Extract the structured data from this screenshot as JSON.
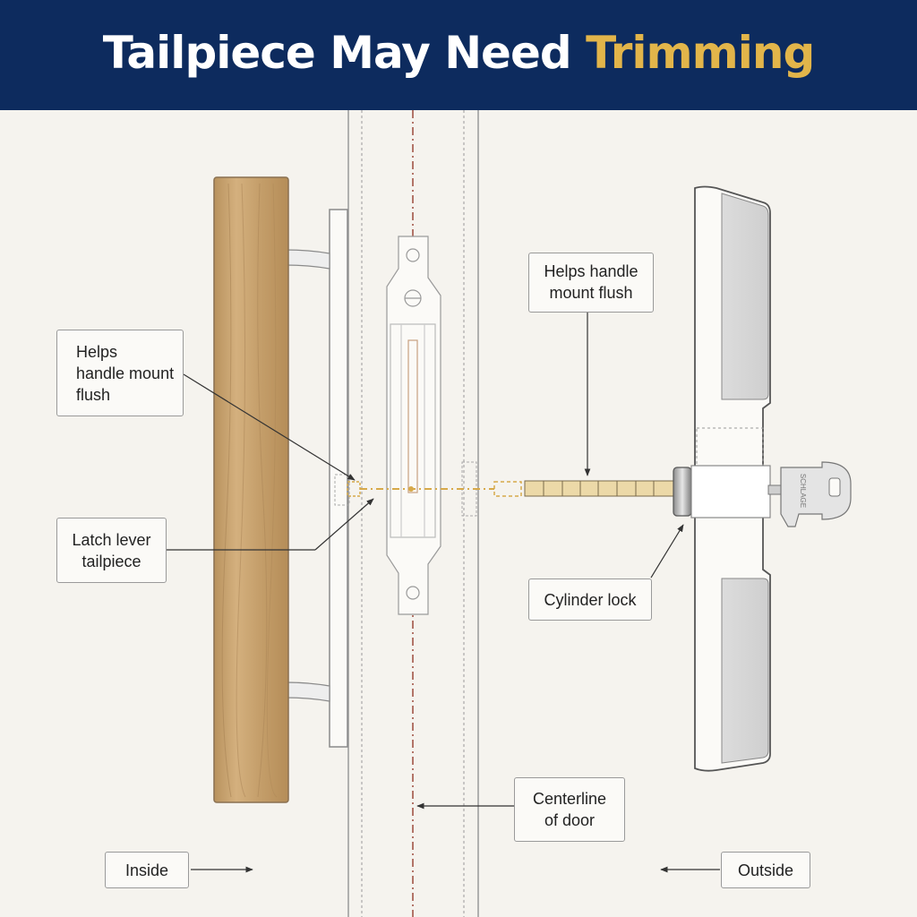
{
  "header": {
    "title_main": "Tailpiece May Need",
    "title_accent": "Trimming"
  },
  "labels": {
    "flush_left": [
      "Helps",
      "handle mount",
      "flush"
    ],
    "flush_right": [
      "Helps handle",
      "mount flush"
    ],
    "latch": [
      "Latch lever",
      "tailpiece"
    ],
    "cylinder": "Cylinder lock",
    "centerline": [
      "Centerline",
      "of door"
    ],
    "inside": "Inside",
    "outside": "Outside",
    "key_brand": "SCHLAGE"
  },
  "colors": {
    "header_bg": "#0d2b5e",
    "title_accent": "#e2b54a",
    "wood": "#c9a574",
    "centerline": "#9c4a3c",
    "tailpiece": "#e0c88f"
  }
}
